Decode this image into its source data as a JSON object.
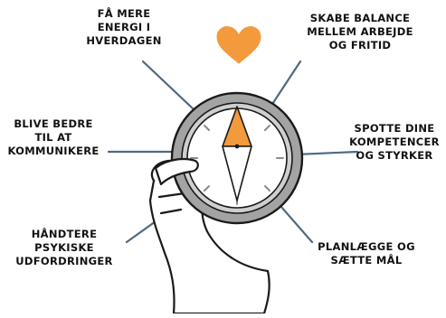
{
  "colors": {
    "accent": "#f39a3c",
    "ray": "#4f6a80",
    "ring": "#8f8f8f",
    "ink": "#111111"
  },
  "icons": {
    "heart": "heart-icon",
    "compass": "compass-icon",
    "hand": "hand-icon"
  },
  "labels": {
    "energy": [
      "FÅ MERE",
      "ENERGI I",
      "HVERDAGEN"
    ],
    "balance": [
      "SKABE BALANCE",
      "MELLEM ARBEJDE",
      "OG FRITID"
    ],
    "communicate": [
      "BLIVE BEDRE",
      "TIL AT",
      "KOMMUNIKERE"
    ],
    "competences": [
      "SPOTTE DINE",
      "KOMPETENCER",
      "OG STYRKER"
    ],
    "challenges": [
      "HÅNDTERE",
      "PSYKISKE",
      "UDFORDRINGER"
    ],
    "plan": [
      "PLANLÆGGE OG",
      "SÆTTE MÅL"
    ]
  }
}
